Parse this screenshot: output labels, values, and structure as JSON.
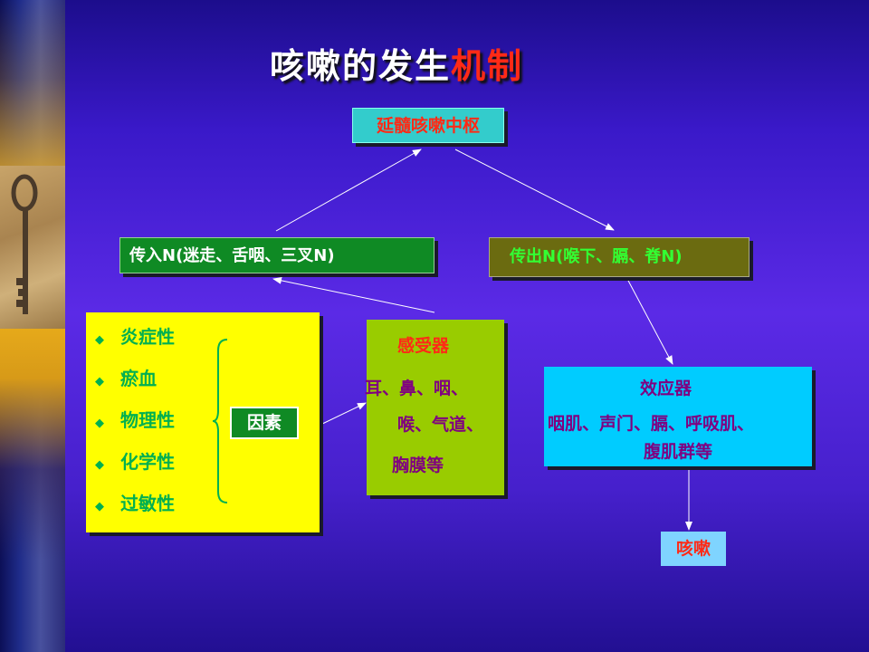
{
  "title": {
    "main": "咳嗽的发生",
    "accent": "机制"
  },
  "nodes": {
    "center": "延髓咳嗽中枢",
    "afferent": "传入N(迷走、舌咽、三叉N)",
    "efferent": "传出N(喉下、膈、脊N)",
    "factors_label": "因素",
    "receptor": {
      "title": "感受器",
      "line1": "耳、鼻、咽、",
      "line2": "喉、气道、",
      "line3": "胸膜等"
    },
    "effector": {
      "title": "效应器",
      "line1": "咽肌、声门、膈、呼吸肌、",
      "line2": "腹肌群等"
    },
    "cough": "咳嗽"
  },
  "factors": [
    "炎症性",
    "瘀血",
    "物理性",
    "化学性",
    "过敏性"
  ],
  "bullet_glyph": "◆",
  "colors": {
    "title_accent": "#ff2a16",
    "center_box": "#33cccc",
    "afferent_box": "#0f8a24",
    "efferent_box": "#6b6b10",
    "factors_box": "#ffff00",
    "receptor_box": "#99cc00",
    "effector_box": "#00ccff",
    "cough_box": "#7fd4ff"
  },
  "decor": {
    "side_image": "antique-key-image"
  }
}
